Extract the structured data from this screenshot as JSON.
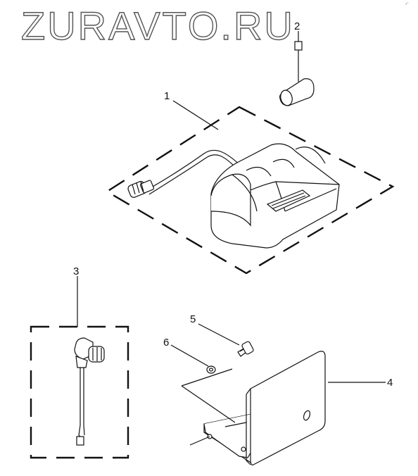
{
  "watermark": "ZURAVTO.RU",
  "corner_mark": "z°",
  "callouts": {
    "c1": "1",
    "c2": "2",
    "c3": "3",
    "c4": "4",
    "c5": "5",
    "c6": "6"
  }
}
